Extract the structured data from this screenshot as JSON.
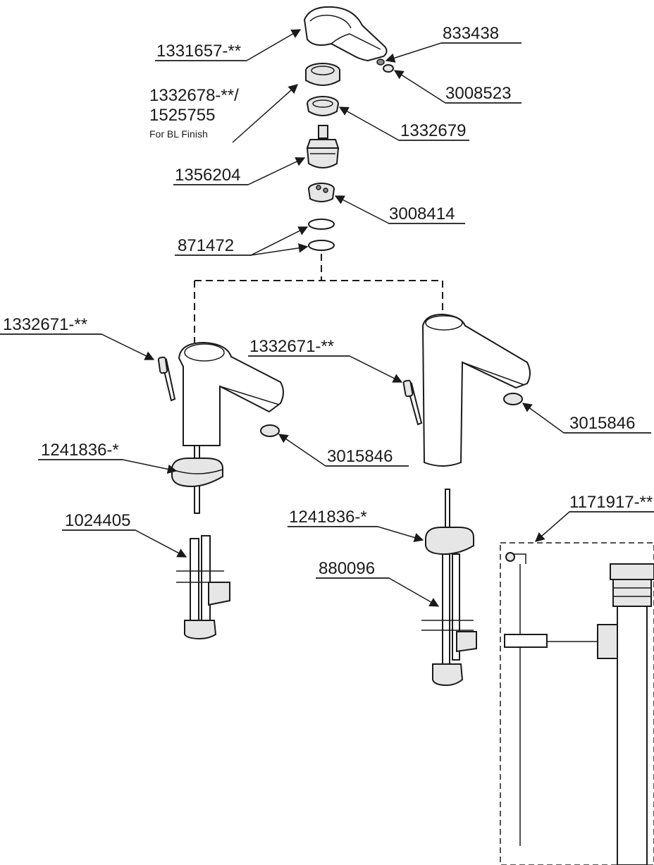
{
  "parts": {
    "handle": "1331657-**",
    "screw": "833438",
    "plug": "3008523",
    "cover_top": "1332678-**/",
    "cover_alt": "1525755",
    "cover_note": "For BL Finish",
    "cover_ring": "1332679",
    "cartridge": "1356204",
    "diverter": "3008414",
    "orings": "871472",
    "lift_rod_left": "1332671-**",
    "lift_rod_right": "1332671-**",
    "aerator_left": "3015846",
    "aerator_right": "3015846",
    "mount_left": "1241836-*",
    "mount_right": "1241836-*",
    "hoses_left": "1024405",
    "hoses_right": "880096",
    "drain": "1171917-**"
  },
  "colors": {
    "line": "#1a1a1a",
    "background": "#ffffff"
  }
}
